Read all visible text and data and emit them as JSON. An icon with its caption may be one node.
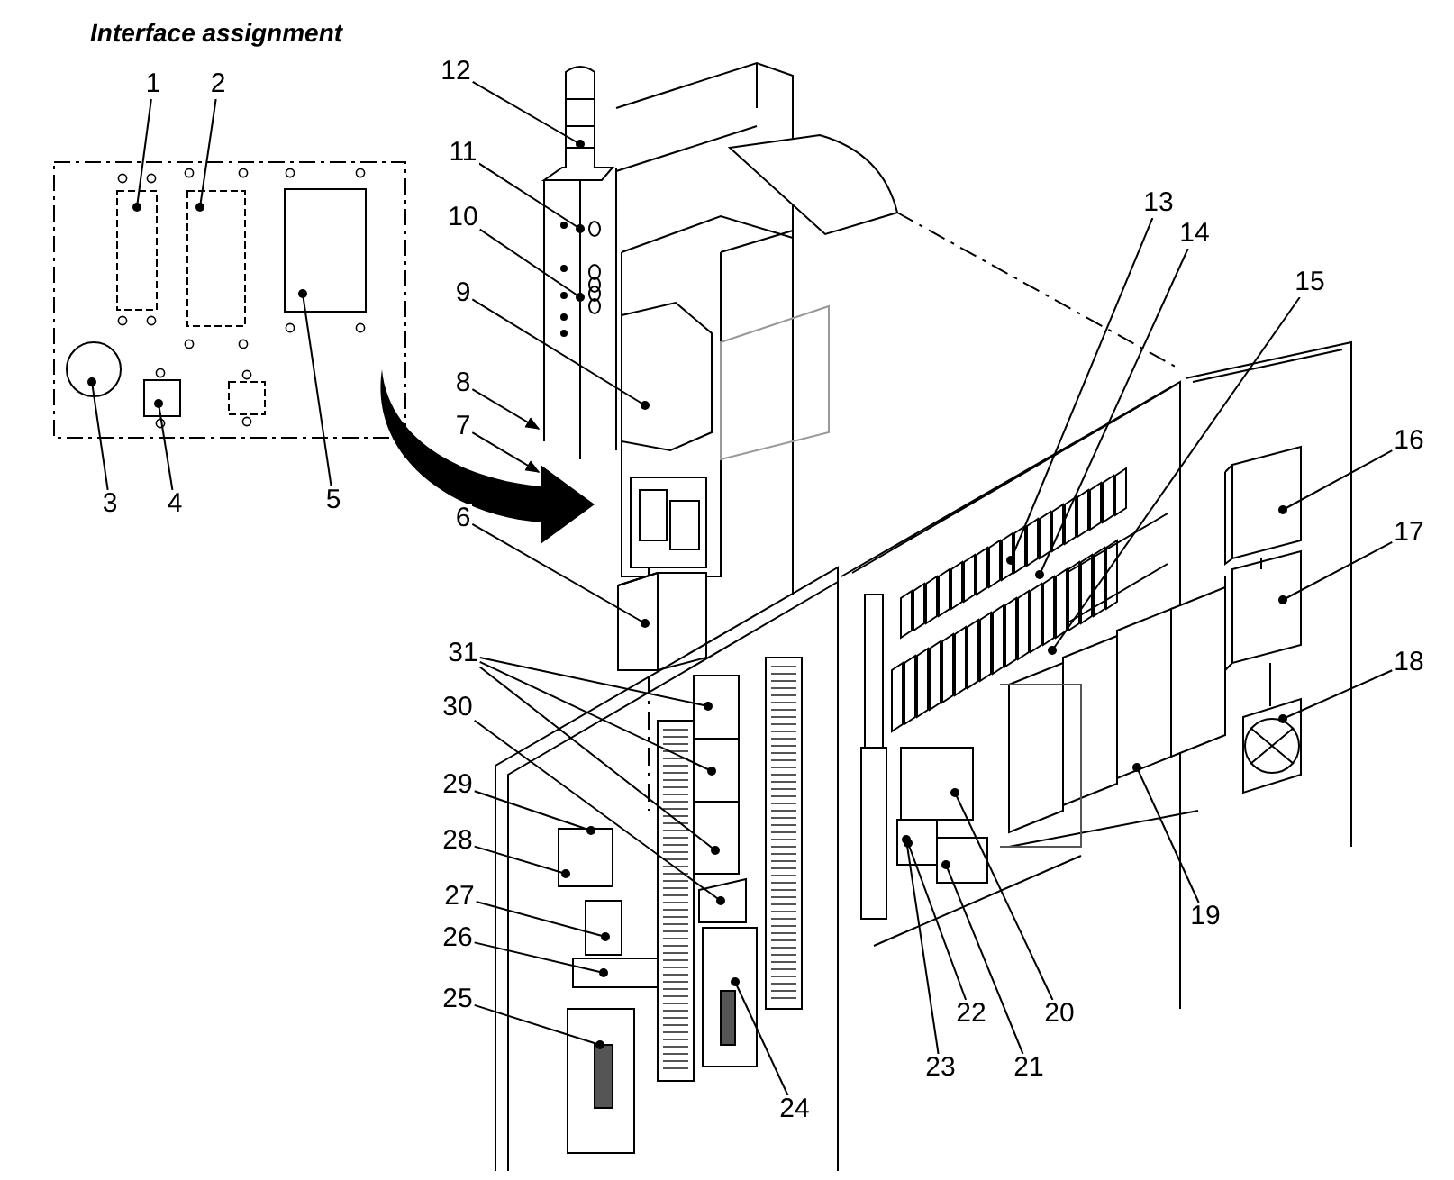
{
  "diagram": {
    "title": "Interface assignment",
    "nodes": [
      {
        "text": [
          "1"
        ]
      },
      {
        "text": [
          "2"
        ]
      },
      {
        "text": [
          "3"
        ]
      },
      {
        "text": [
          "4"
        ]
      },
      {
        "text": [
          "5"
        ]
      },
      {
        "text": [
          "6"
        ]
      },
      {
        "text": [
          "7"
        ]
      },
      {
        "text": [
          "8"
        ]
      },
      {
        "text": [
          "9"
        ]
      },
      {
        "text": [
          "10"
        ]
      },
      {
        "text": [
          "11"
        ]
      },
      {
        "text": [
          "12"
        ]
      },
      {
        "text": [
          "13"
        ]
      },
      {
        "text": [
          "14"
        ]
      },
      {
        "text": [
          "15"
        ]
      },
      {
        "text": [
          "16"
        ]
      },
      {
        "text": [
          "17"
        ]
      },
      {
        "text": [
          "18"
        ]
      },
      {
        "text": [
          "19"
        ]
      },
      {
        "text": [
          "20"
        ]
      },
      {
        "text": [
          "21"
        ]
      },
      {
        "text": [
          "22"
        ]
      },
      {
        "text": [
          "23"
        ]
      },
      {
        "text": [
          "24"
        ]
      },
      {
        "text": [
          "25"
        ]
      },
      {
        "text": [
          "26"
        ]
      },
      {
        "text": [
          "27"
        ]
      },
      {
        "text": [
          "28"
        ]
      },
      {
        "text": [
          "29"
        ]
      },
      {
        "text": [
          "30"
        ]
      },
      {
        "text": [
          "31"
        ]
      }
    ],
    "edges": [
      {
        "from": 0,
        "to": null,
        "arrow": "other"
      },
      {
        "from": 1,
        "to": null,
        "arrow": "other"
      },
      {
        "from": 2,
        "to": null,
        "arrow": "other"
      },
      {
        "from": 3,
        "to": null,
        "arrow": "other"
      },
      {
        "from": 4,
        "to": null,
        "arrow": "other"
      },
      {
        "from": 5,
        "to": null,
        "arrow": "other"
      },
      {
        "from": 6,
        "to": null,
        "arrow": "to"
      },
      {
        "from": 7,
        "to": null,
        "arrow": "to"
      },
      {
        "from": 8,
        "to": null,
        "arrow": "other"
      },
      {
        "from": 9,
        "to": null,
        "arrow": "other"
      },
      {
        "from": 10,
        "to": null,
        "arrow": "other"
      },
      {
        "from": 11,
        "to": null,
        "arrow": "other"
      },
      {
        "from": 12,
        "to": null,
        "arrow": "other"
      },
      {
        "from": 13,
        "to": null,
        "arrow": "other"
      },
      {
        "from": 14,
        "to": null,
        "arrow": "other"
      },
      {
        "from": 15,
        "to": null,
        "arrow": "other"
      },
      {
        "from": 16,
        "to": null,
        "arrow": "other"
      },
      {
        "from": 17,
        "to": null,
        "arrow": "other"
      },
      {
        "from": 18,
        "to": null,
        "arrow": "other"
      },
      {
        "from": 19,
        "to": null,
        "arrow": "other"
      },
      {
        "from": 20,
        "to": null,
        "arrow": "other"
      },
      {
        "from": 21,
        "to": null,
        "arrow": "other"
      },
      {
        "from": 22,
        "to": null,
        "arrow": "other"
      },
      {
        "from": 23,
        "to": null,
        "arrow": "other"
      },
      {
        "from": 24,
        "to": null,
        "arrow": "other"
      },
      {
        "from": 25,
        "to": null,
        "arrow": "other"
      },
      {
        "from": 26,
        "to": null,
        "arrow": "other"
      },
      {
        "from": 27,
        "to": null,
        "arrow": "other"
      },
      {
        "from": 28,
        "to": null,
        "arrow": "other"
      },
      {
        "from": 29,
        "to": null,
        "arrow": "other"
      },
      {
        "from": 30,
        "to": null,
        "arrow": "other"
      },
      {
        "from": 30,
        "to": null,
        "arrow": "other"
      },
      {
        "from": 30,
        "to": null,
        "arrow": "other"
      }
    ]
  }
}
